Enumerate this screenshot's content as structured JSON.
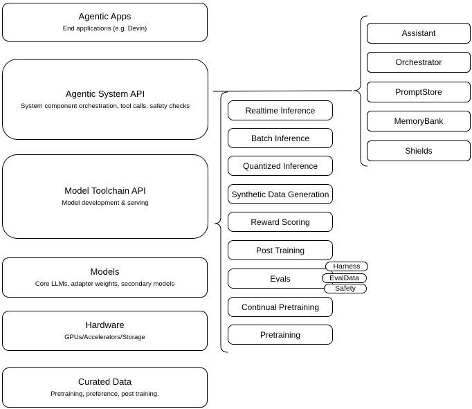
{
  "diagram": {
    "left_stack": [
      {
        "title": "Agentic Apps",
        "subtitle": "End applications (e.g. Devin)"
      },
      {
        "title": "Agentic System API",
        "subtitle": "System component orchestration, tool calls, safety checks"
      },
      {
        "title": "Model Toolchain API",
        "subtitle": "Model development & serving"
      },
      {
        "title": "Models",
        "subtitle": "Core LLMs, adapter weights, secondary models"
      },
      {
        "title": "Hardware",
        "subtitle": "GPUs/Accelerators/Storage"
      },
      {
        "title": "Curated Data",
        "subtitle": "Pretraining, preference, post training."
      }
    ],
    "toolchain_items": [
      {
        "label": "Realtime Inference"
      },
      {
        "label": "Batch Inference"
      },
      {
        "label": "Quantized Inference"
      },
      {
        "label": "Synthetic Data Generation"
      },
      {
        "label": "Reward Scoring"
      },
      {
        "label": "Post Training"
      },
      {
        "label": "Evals"
      },
      {
        "label": "Continual Pretraining"
      },
      {
        "label": "Pretraining"
      }
    ],
    "evals_pills": [
      {
        "label": "Harness"
      },
      {
        "label": "EvalData"
      },
      {
        "label": "Safety"
      }
    ],
    "system_items": [
      {
        "label": "Assistant"
      },
      {
        "label": "Orchestrator"
      },
      {
        "label": "PromptStore"
      },
      {
        "label": "MemoryBank"
      },
      {
        "label": "Shields"
      }
    ],
    "colors": {
      "stroke": "#000000",
      "fill": "#ffffff",
      "background": "#ffffff",
      "text": "#000000"
    }
  }
}
